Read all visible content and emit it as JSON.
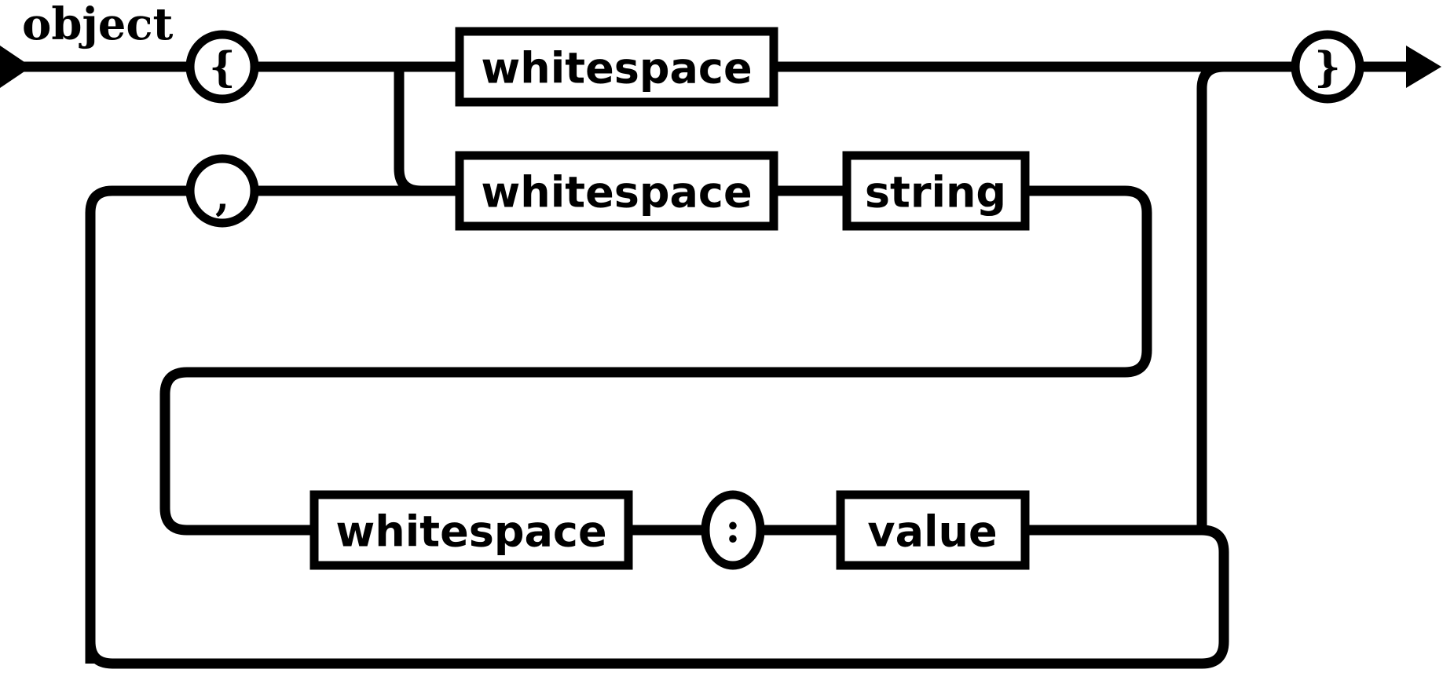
{
  "diagram": {
    "title": "object",
    "type": "railroad-syntax-diagram",
    "grammar_rule": "object",
    "line_color": "#000000",
    "background_color": "#ffffff",
    "box_fill": "#ffffff"
  },
  "nodes": {
    "open_brace": {
      "label": "{",
      "kind": "terminal",
      "shape": "circle"
    },
    "close_brace": {
      "label": "}",
      "kind": "terminal",
      "shape": "circle"
    },
    "comma": {
      "label": ",",
      "kind": "terminal",
      "shape": "circle"
    },
    "colon": {
      "label": ":",
      "kind": "terminal",
      "shape": "circle"
    },
    "whitespace_top": {
      "label": "whitespace",
      "kind": "nonterminal",
      "shape": "box"
    },
    "whitespace_mid": {
      "label": "whitespace",
      "kind": "nonterminal",
      "shape": "box"
    },
    "whitespace_bottom": {
      "label": "whitespace",
      "kind": "nonterminal",
      "shape": "box"
    },
    "string": {
      "label": "string",
      "kind": "nonterminal",
      "shape": "box"
    },
    "value": {
      "label": "value",
      "kind": "nonterminal",
      "shape": "box"
    }
  },
  "markers": {
    "entry_arrow": "start-arrow-marker",
    "exit_arrow": "end-arrow-marker"
  }
}
